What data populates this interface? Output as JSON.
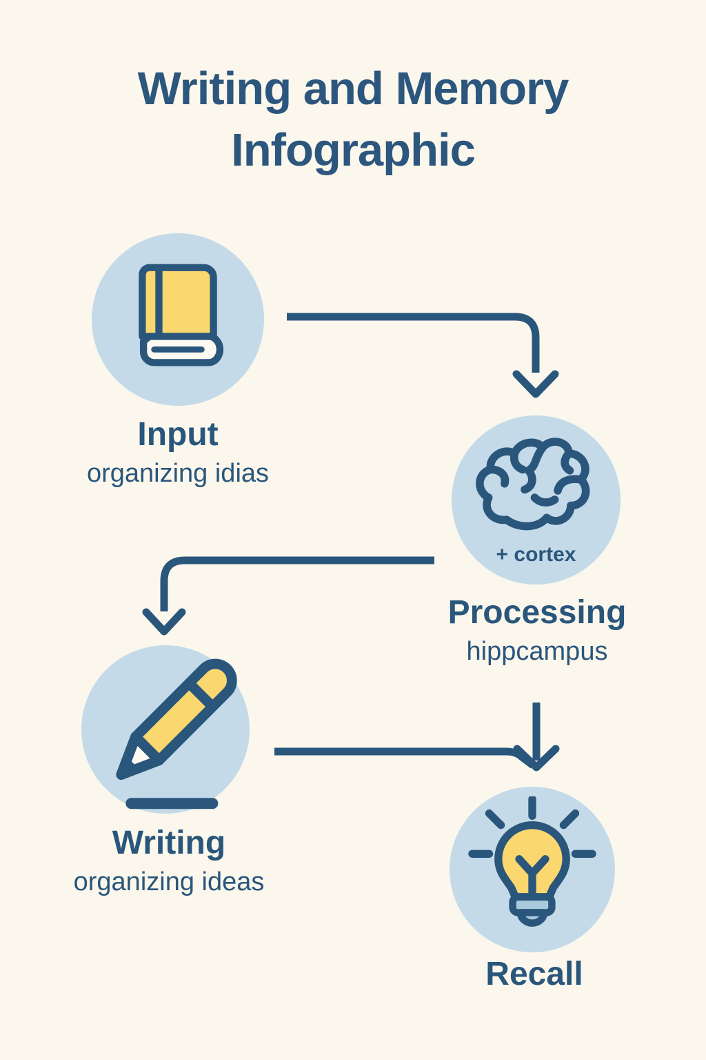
{
  "title": "Writing and Memory Infographic",
  "nodes": [
    {
      "id": "input",
      "label": "Input",
      "sublabel": "organizing idias",
      "icon": "book-icon"
    },
    {
      "id": "processing",
      "label": "Processing",
      "sublabel": "hippcampus",
      "icon": "brain-icon",
      "icon_caption": "+ cortex"
    },
    {
      "id": "writing",
      "label": "Writing",
      "sublabel": "organizing ideas",
      "icon": "pencil-icon"
    },
    {
      "id": "recall",
      "label": "Recall",
      "sublabel": "",
      "icon": "lightbulb-icon"
    }
  ],
  "arrows": [
    {
      "from": "Input",
      "to": "Processing"
    },
    {
      "from": "Processing",
      "to": "Writing"
    },
    {
      "from": "Writing",
      "to": "Recall"
    }
  ],
  "colors": {
    "background": "#FBF7EC",
    "primary_dark_blue": "#2A567C",
    "circle_light_blue": "#C4DAE8",
    "icon_yellow": "#FAD76F",
    "page_cream": "#FDFAF2",
    "bulb_base_blue": "#A9C9DD"
  }
}
